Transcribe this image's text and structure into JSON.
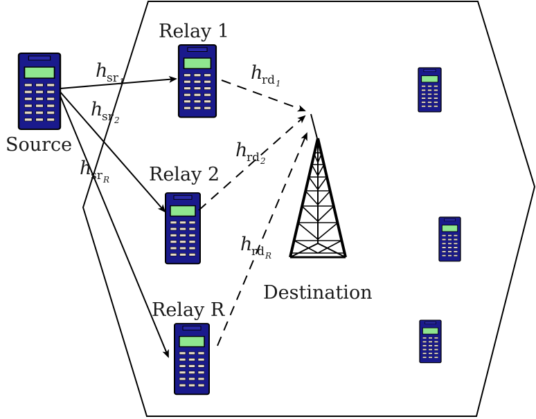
{
  "nodes": {
    "source": "Source",
    "relay1": "Relay 1",
    "relay2": "Relay 2",
    "relayR": "Relay R",
    "destination": "Destination"
  },
  "channels": {
    "h_sr1": {
      "base": "h",
      "sub": "sr",
      "subsub": "1"
    },
    "h_sr2": {
      "base": "h",
      "sub": "sr",
      "subsub": "2"
    },
    "h_srR": {
      "base": "h",
      "sub": "sr",
      "subsub": "R"
    },
    "h_rd1": {
      "base": "h",
      "sub": "rd",
      "subsub": "1"
    },
    "h_rd2": {
      "base": "h",
      "sub": "rd",
      "subsub": "2"
    },
    "h_rdR": {
      "base": "h",
      "sub": "rd",
      "subsub": "R"
    }
  },
  "colors": {
    "phone_body": "#1a1a8c",
    "phone_screen": "#8fe68f",
    "phone_keys": "#e8dcc8",
    "stroke": "#000000"
  }
}
